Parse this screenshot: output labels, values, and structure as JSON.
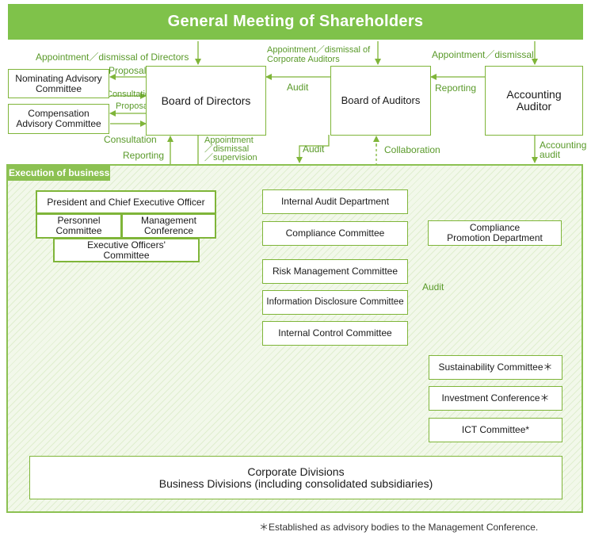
{
  "top": {
    "title": "General Meeting of Shareholders"
  },
  "labels": {
    "appt_directors": "Appointment／dismissal of Directors",
    "appt_auditors_1": "Appointment／dismissal of",
    "appt_auditors_2": "Corporate Auditors",
    "appt_dismissal": "Appointment／dismissal",
    "proposal_1": "Proposal",
    "consultation_1": "Consultation",
    "proposal_2": "Proposal",
    "consultation_2": "Consultation",
    "audit_1": "Audit",
    "reporting_1": "Reporting",
    "appt_supervision_1": "Appointment",
    "appt_supervision_2": "／dismissal",
    "appt_supervision_3": "／supervision",
    "reporting_2": "Reporting",
    "audit_2": "Audit",
    "collaboration": "Collaboration",
    "accounting_audit_1": "Accounting",
    "accounting_audit_2": "audit",
    "audit_3": "Audit"
  },
  "boxes": {
    "nominating_1": "Nominating Advisory",
    "nominating_2": "Committee",
    "compensation_1": "Compensation",
    "compensation_2": "Advisory Committee",
    "board_directors": "Board of Directors",
    "board_auditors": "Board of Auditors",
    "accounting_auditor_1": "Accounting",
    "accounting_auditor_2": "Auditor",
    "execution": "Execution of business",
    "president": "President and Chief Executive Officer",
    "personnel_1": "Personnel",
    "personnel_2": "Committee",
    "management_1": "Management",
    "management_2": "Conference",
    "exec_officers_1": "Executive Officers'",
    "exec_officers_2": "Committee",
    "internal_audit": "Internal Audit Department",
    "compliance_committee": "Compliance Committee",
    "compliance_promo_1": "Compliance",
    "compliance_promo_2": "Promotion Department",
    "risk": "Risk Management Committee",
    "info_disclosure": "Information Disclosure Committee",
    "internal_control": "Internal Control Committee",
    "sustainability": "Sustainability Committee＊",
    "investment": "Investment Conference＊",
    "ict": "ICT Committee*",
    "corporate_1": "Corporate Divisions",
    "corporate_2": "Business Divisions (including consolidated subsidiaries)"
  },
  "footnote": "＊Established as advisory bodies to the Management Conference.",
  "colors": {
    "green": "#8cc152",
    "line": "#7fb539",
    "label": "#5a9a2a"
  }
}
